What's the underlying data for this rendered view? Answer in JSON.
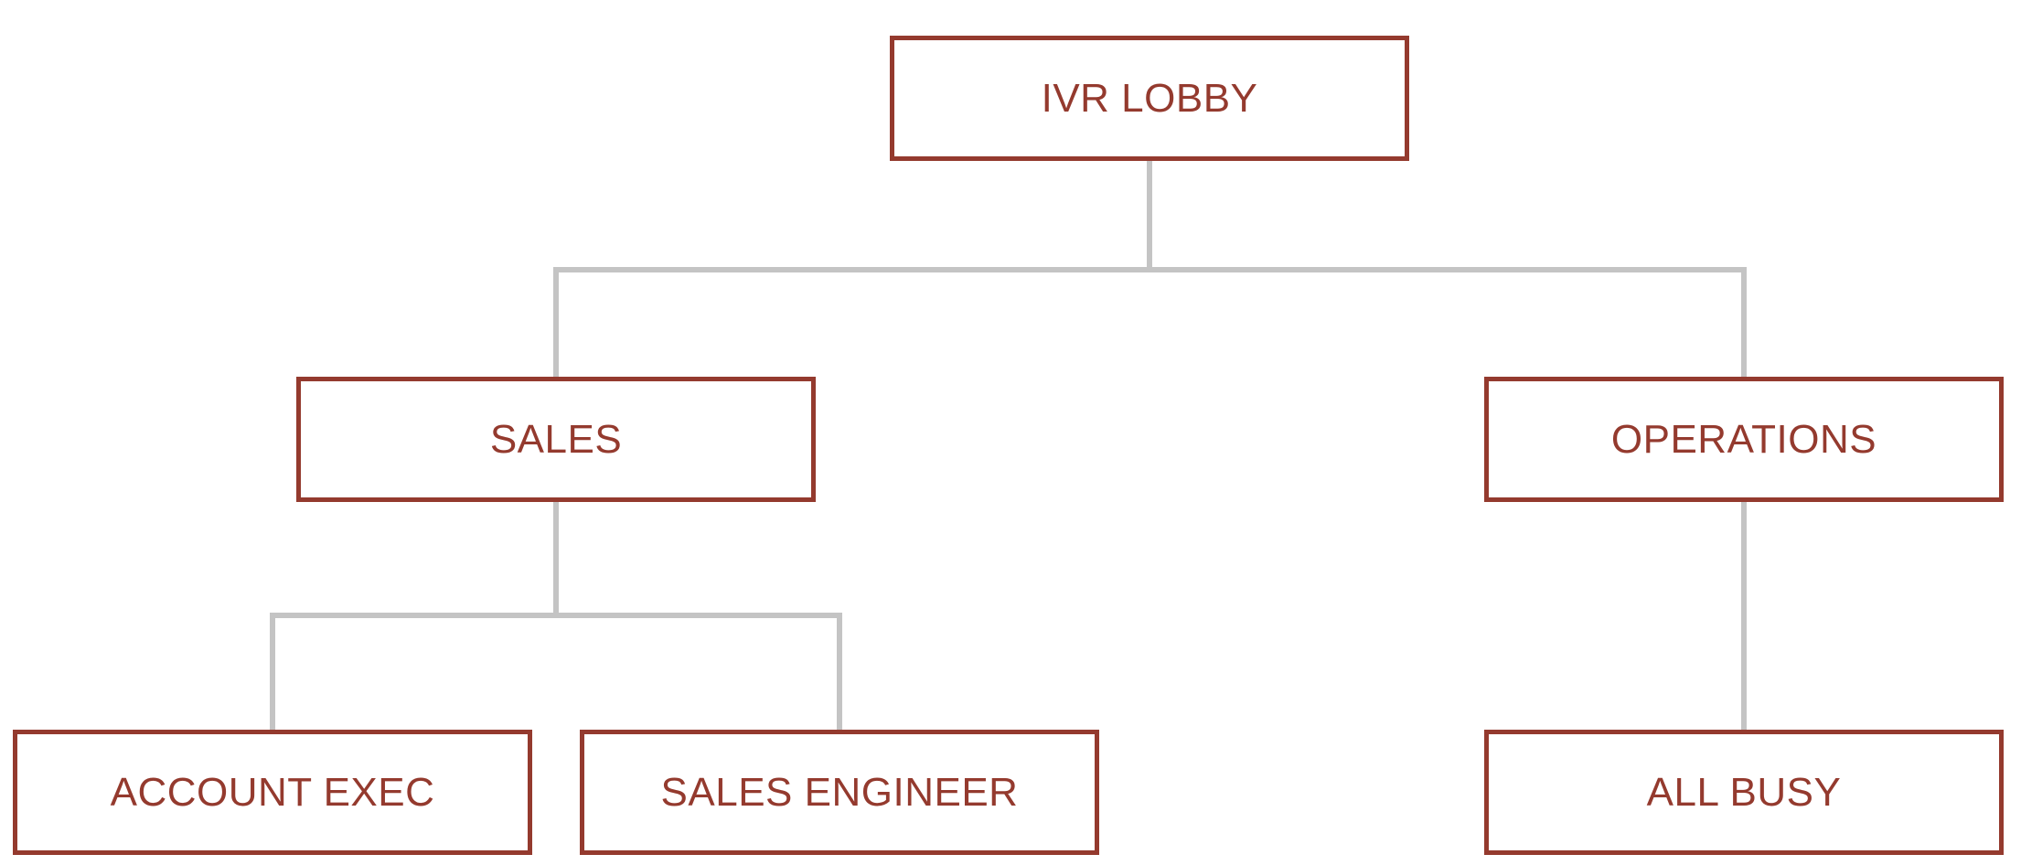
{
  "colors": {
    "node_border": "#943a2e",
    "node_text": "#943a2e",
    "connector": "#c4c4c4"
  },
  "nodes": {
    "ivr_lobby": {
      "label": "IVR LOBBY"
    },
    "sales": {
      "label": "SALES"
    },
    "operations": {
      "label": "OPERATIONS"
    },
    "account_exec": {
      "label": "ACCOUNT EXEC"
    },
    "sales_engineer": {
      "label": "SALES ENGINEER"
    },
    "all_busy": {
      "label": "ALL BUSY"
    }
  },
  "edges": [
    {
      "from": "ivr_lobby",
      "to": "sales"
    },
    {
      "from": "ivr_lobby",
      "to": "operations"
    },
    {
      "from": "sales",
      "to": "account_exec"
    },
    {
      "from": "sales",
      "to": "sales_engineer"
    },
    {
      "from": "operations",
      "to": "all_busy"
    }
  ]
}
